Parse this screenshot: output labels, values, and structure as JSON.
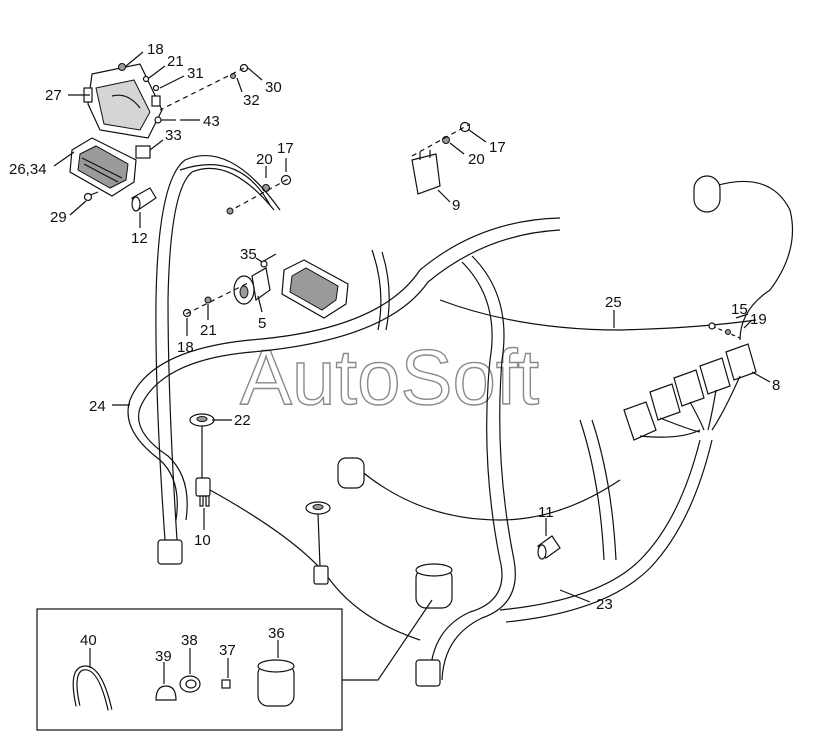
{
  "watermark": "AutoSoft",
  "callouts": {
    "c18a": "18",
    "c21a": "21",
    "c31": "31",
    "c30": "30",
    "c32": "32",
    "c27": "27",
    "c43": "43",
    "c33": "33",
    "c2634": "26,34",
    "c29": "29",
    "c12": "12",
    "c20a": "20",
    "c17a": "17",
    "c9": "9",
    "c17b": "17",
    "c20b": "20",
    "c35": "35",
    "c5": "5",
    "c18b": "18",
    "c21b": "21",
    "c25": "25",
    "c15": "15",
    "c19": "19",
    "c8": "8",
    "c24": "24",
    "c22": "22",
    "c10": "10",
    "c11": "11",
    "c23": "23",
    "c40": "40",
    "c39": "39",
    "c38": "38",
    "c37": "37",
    "c36": "36"
  }
}
